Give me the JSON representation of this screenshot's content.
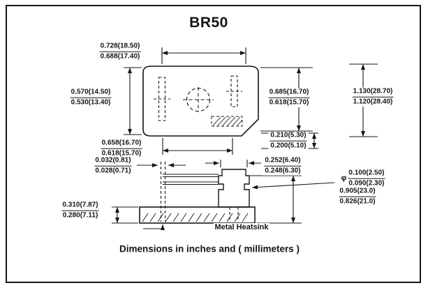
{
  "page": {
    "title": "BR50",
    "caption": "Dimensions in inches and ( millimeters )"
  },
  "drawing": {
    "heatsink_label": "Metal Heatsink",
    "diameter_symbol": "φ",
    "line_color": "#151515"
  },
  "dims": {
    "top_width": {
      "max": "0.728(18.50)",
      "min": "0.688(17.40)"
    },
    "left_height": {
      "max": "0.570(14.50)",
      "min": "0.530(13.40)"
    },
    "right_height": {
      "max": "0.685(16.70)",
      "min": "0.618(15.70)"
    },
    "overall_height": {
      "max": "1.130(28.70)",
      "min": "1.120(28.40)"
    },
    "bottom_width": {
      "max": "0.658(16.70)",
      "min": "0.618(15.70)"
    },
    "lead_offset": {
      "max": "0.210(5.30)",
      "min": "0.200(5.10)"
    },
    "pin_thickness": {
      "max": "0.032(0.81)",
      "min": "0.028(0.71)"
    },
    "body_width": {
      "max": "0.252(6.40)",
      "min": "0.248(6.30)"
    },
    "pin_diameter": {
      "max": "0.100(2.50)",
      "min": "0.090(2.30)"
    },
    "total_height": {
      "max": "0.905(23.0)",
      "min": "0.826(21.0)"
    },
    "heatsink_thickness": {
      "max": "0.310(7.87)",
      "min": "0.280(7.11)"
    }
  }
}
